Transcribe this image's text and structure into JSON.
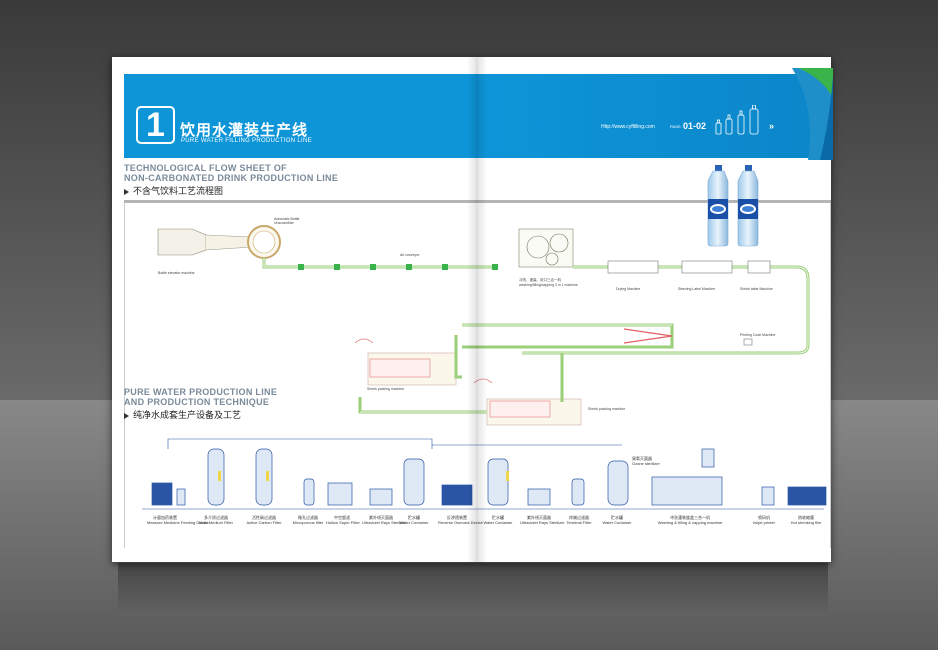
{
  "header": {
    "number": "1",
    "title_cn": "饮用水灌装生产线",
    "title_en": "PURE WATER FILLING PRODUCTION LINE",
    "url": "Http://www.cyffilling.com",
    "page_label": "PAGE",
    "page_number": "01-02",
    "arrows": "»"
  },
  "colors": {
    "banner": "#0d95d8",
    "accent_green": "#38b24a",
    "flow_green": "#a9d38a",
    "flow_red": "#e06060",
    "tank_blue": "#2a55a5"
  },
  "section1": {
    "title_line1": "TECHNOLOGICAL FLOW SHEET OF",
    "title_line2": "NON-CARBONATED DRINK PRODUCTION LINE",
    "title_cn": "不含气饮料工艺流程图"
  },
  "section2": {
    "title_line1": "PURE WATER PRODUCTION LINE",
    "title_line2": "AND PRODUCTION TECHNIQUE",
    "title_cn": "纯净水成套生产设备及工艺"
  },
  "flow_labels": {
    "bottle_elevator": "Bottle elevator machine",
    "unscrambler": "Automatic Bottle Unscrambler",
    "air_conveyor": "Air conveyor",
    "filling": "冲洗、灌装、封口三合一机",
    "filling_en": "washing/filling/capping 3 in 1 machine",
    "drying": "Drying Machine",
    "sleeving": "Sleeving Label Machine",
    "shrink_table": "Shrink table Machine",
    "printing_code": "Printing Code Machine",
    "shrink_packing_1": "Shrink packing machine",
    "shrink_packing_2": "Shrink packing machine"
  },
  "equipment": [
    {
      "cn": "计量加药装置",
      "en": "Measure Medicine Feeding Device"
    },
    {
      "cn": "多介质过滤器",
      "en": "Multi-Medium Filter"
    },
    {
      "cn": "活性碳过滤器",
      "en": "Active Carbon Filter"
    },
    {
      "cn": "微孔过滤器",
      "en": "Microporous filter"
    },
    {
      "cn": "中空超滤",
      "en": "Hollow Super Filter"
    },
    {
      "cn": "紫外线灭菌器",
      "en": "Ultraviolet Rays Sterilizer"
    },
    {
      "cn": "贮水罐",
      "en": "Water Container"
    },
    {
      "cn": "反渗透装置",
      "en": "Reverse Osmosis Device"
    },
    {
      "cn": "贮水罐",
      "en": "Water Container"
    },
    {
      "cn": "紫外线灭菌器",
      "en": "Ultraviolet Rays Sterilizer"
    },
    {
      "cn": "终端过滤器",
      "en": "Terminal Filter"
    },
    {
      "cn": "贮水罐",
      "en": "Water Container"
    },
    {
      "cn": "冲洗灌装旋盖三合一机",
      "en": "Washing & filling & capping machine"
    },
    {
      "cn": "喷码机",
      "en": "Inkjet printer"
    },
    {
      "cn": "热收缩膜",
      "en": "Hot shrinking film"
    }
  ],
  "ozone": {
    "cn": "臭氧灭菌器",
    "en": "Ozone sterilizer"
  }
}
